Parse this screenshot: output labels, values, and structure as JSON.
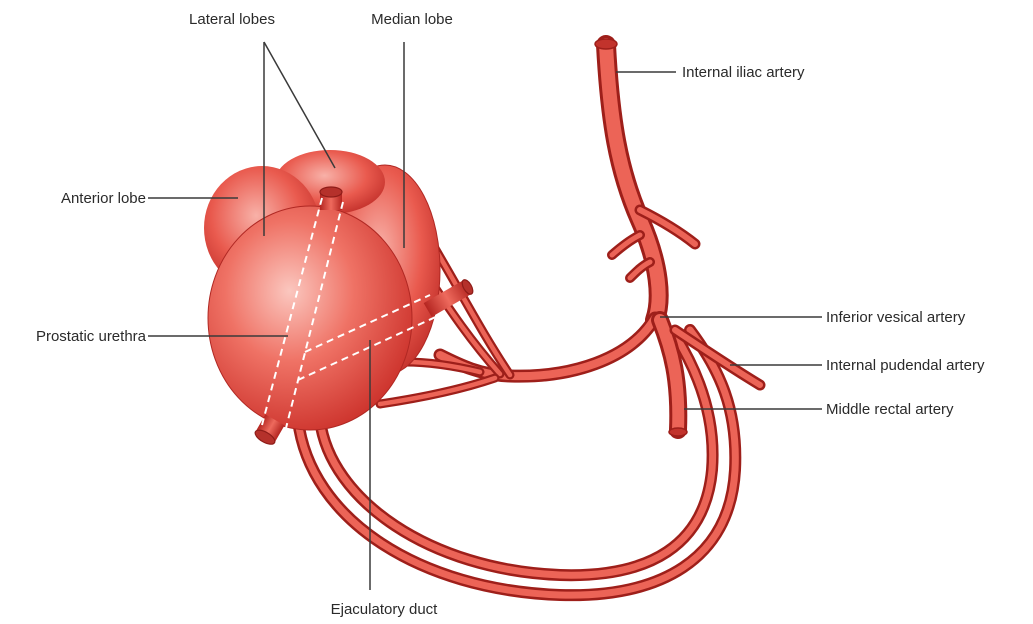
{
  "labels": {
    "lateral_lobes": "Lateral lobes",
    "median_lobe": "Median lobe",
    "anterior_lobe": "Anterior lobe",
    "prostatic_urethra": "Prostatic urethra",
    "ejaculatory_duct": "Ejaculatory duct",
    "internal_iliac_artery": "Internal iliac artery",
    "inferior_vesical_artery": "Inferior vesical artery",
    "internal_pudendal_artery": "Internal pudendal artery",
    "middle_rectal_artery": "Middle rectal artery"
  },
  "colors": {
    "tissue_light": "#f6a49a",
    "tissue_mid": "#ea5c50",
    "tissue_dark": "#c9302a",
    "vessel_fill": "#e8574b",
    "vessel_outline": "#9e1f1a",
    "duct_dash": "#ffffff"
  }
}
